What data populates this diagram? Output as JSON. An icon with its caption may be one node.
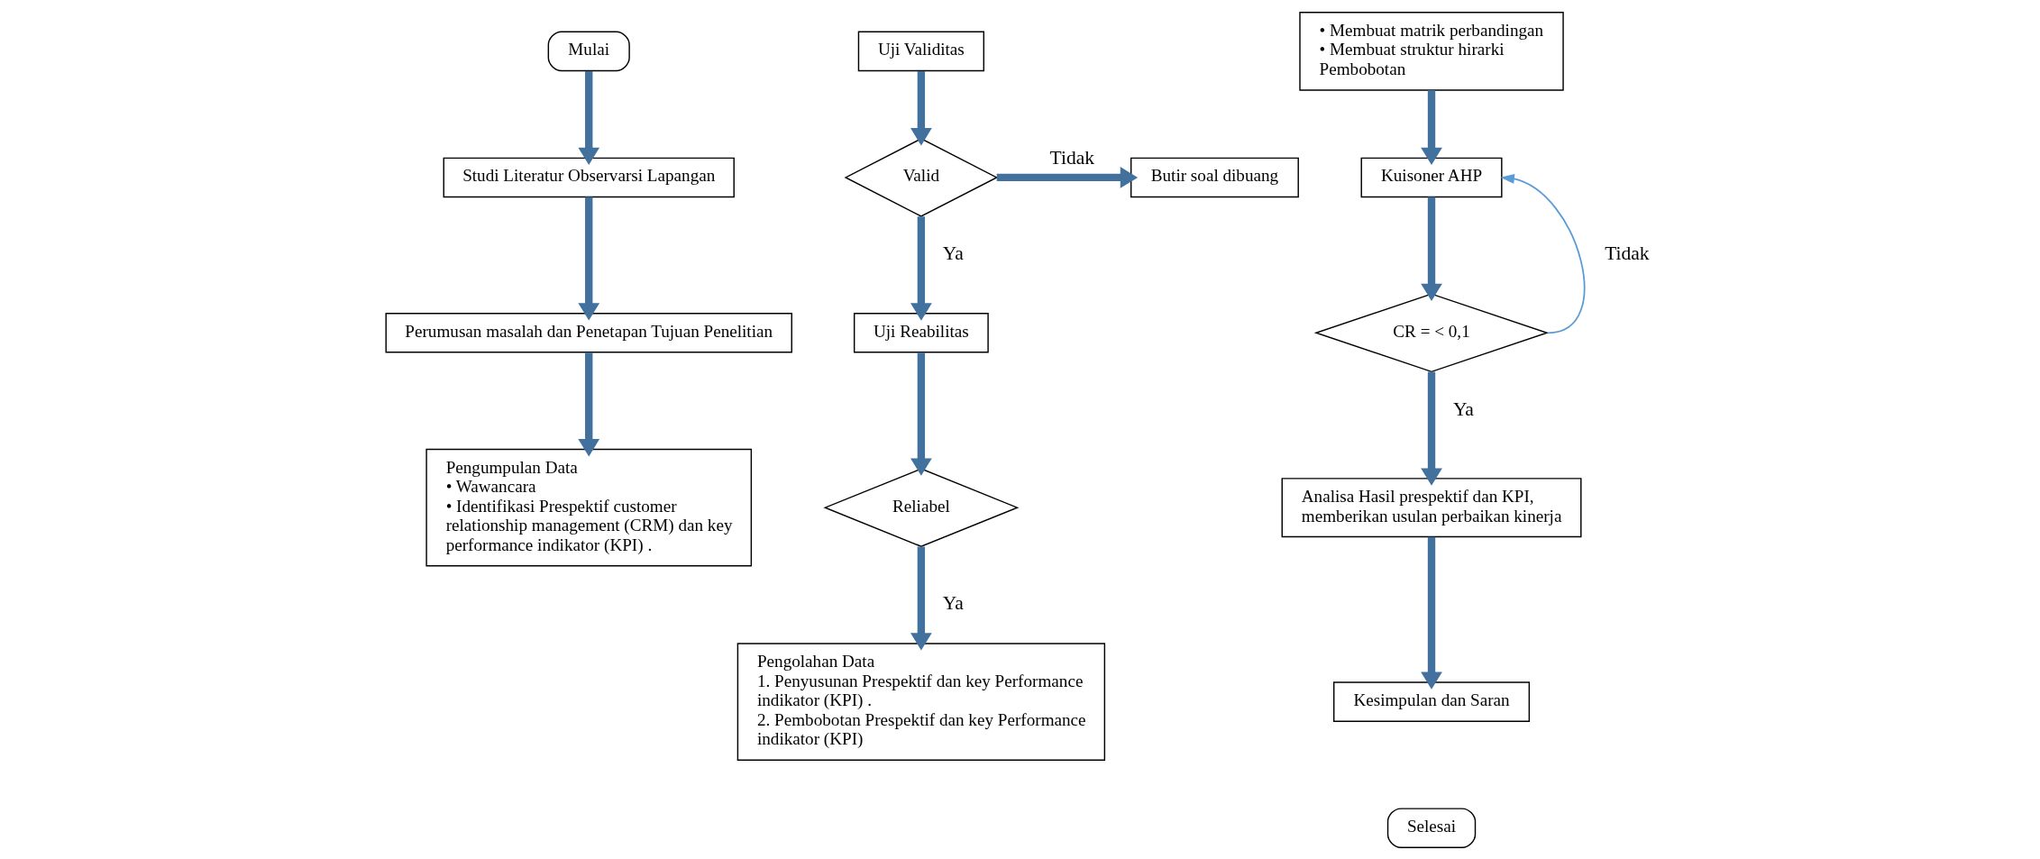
{
  "diagram": {
    "nodes": [
      {
        "text": [
          "Mulai"
        ]
      },
      {
        "text": [
          "Studi Literatur Observarsi Lapangan"
        ]
      },
      {
        "text": [
          "Perumusan masalah dan Penetapan Tujuan Penelitian"
        ]
      },
      {
        "text": [
          "Pengumpulan Data",
          "• Wawancara",
          "• Identifikasi Prespektif customer relationship management (CRM) dan key performance indikator (KPI) ."
        ]
      },
      {
        "text": [
          "Uji Validitas"
        ]
      },
      {
        "text": [
          "Valid"
        ]
      },
      {
        "text": [
          "Butir soal dibuang"
        ]
      },
      {
        "text": [
          "Uji Reabilitas"
        ]
      },
      {
        "text": [
          "Reliabel"
        ]
      },
      {
        "text": [
          "Pengolahan Data",
          "1. Penyusunan Prespektif dan key Performance indikator (KPI) .",
          "2. Pembobotan Prespektif dan key Performance indikator (KPI)"
        ]
      },
      {
        "text": [
          "• Membuat matrik perbandingan",
          "• Membuat struktur hirarki Pembobotan"
        ]
      },
      {
        "text": [
          "Kuisoner AHP"
        ]
      },
      {
        "text": [
          "CR = < 0,1"
        ]
      },
      {
        "text": [
          "Analisa Hasil prespektif dan KPI, memberikan usulan perbaikan kinerja"
        ]
      },
      {
        "text": [
          "Kesimpulan dan Saran"
        ]
      },
      {
        "text": [
          "Selesai"
        ]
      }
    ],
    "edges": [
      {
        "from": 0,
        "to": 1,
        "arrow": "to"
      },
      {
        "from": 1,
        "to": 2,
        "arrow": "to"
      },
      {
        "from": 2,
        "to": 3,
        "arrow": "to"
      },
      {
        "from": 4,
        "to": 5,
        "arrow": "to"
      },
      {
        "from": 5,
        "to": 6,
        "arrow": "to",
        "label": "Tidak"
      },
      {
        "from": 5,
        "to": 7,
        "arrow": "to",
        "label": "Ya"
      },
      {
        "from": 7,
        "to": 8,
        "arrow": "to"
      },
      {
        "from": 8,
        "to": 9,
        "arrow": "to",
        "label": "Ya"
      },
      {
        "from": 10,
        "to": 11,
        "arrow": "to"
      },
      {
        "from": 11,
        "to": 12,
        "arrow": "to"
      },
      {
        "from": 12,
        "to": 13,
        "arrow": "to",
        "label": "Ya"
      },
      {
        "from": 13,
        "to": 14,
        "arrow": "to"
      },
      {
        "from": 12,
        "to": 11,
        "arrow": "to",
        "label": "Tidak",
        "color": "#5b9bd5"
      }
    ]
  }
}
